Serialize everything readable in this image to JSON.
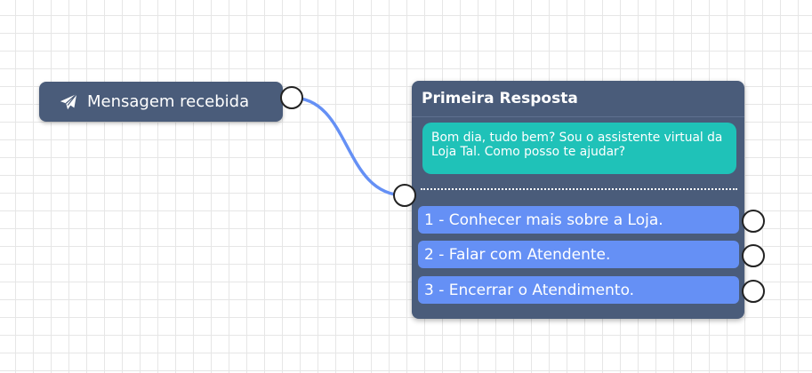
{
  "trigger_node": {
    "icon": "paper-plane-icon",
    "label": "Mensagem recebida"
  },
  "response_node": {
    "title": "Primeira Resposta",
    "message": "Bom dia, tudo bem? Sou o assistente virtual da Loja Tal. Como posso te ajudar?",
    "options": [
      {
        "label": "1 - Conhecer mais sobre a Loja."
      },
      {
        "label": "2 - Falar com Atendente."
      },
      {
        "label": "3 - Encerrar o Atendimento."
      }
    ]
  },
  "colors": {
    "node_background": "#4a5c7a",
    "message_bubble": "#1fc2b8",
    "option_background": "#6590f5",
    "connector_line": "#6590f5",
    "grid": "#e6e6e6"
  }
}
